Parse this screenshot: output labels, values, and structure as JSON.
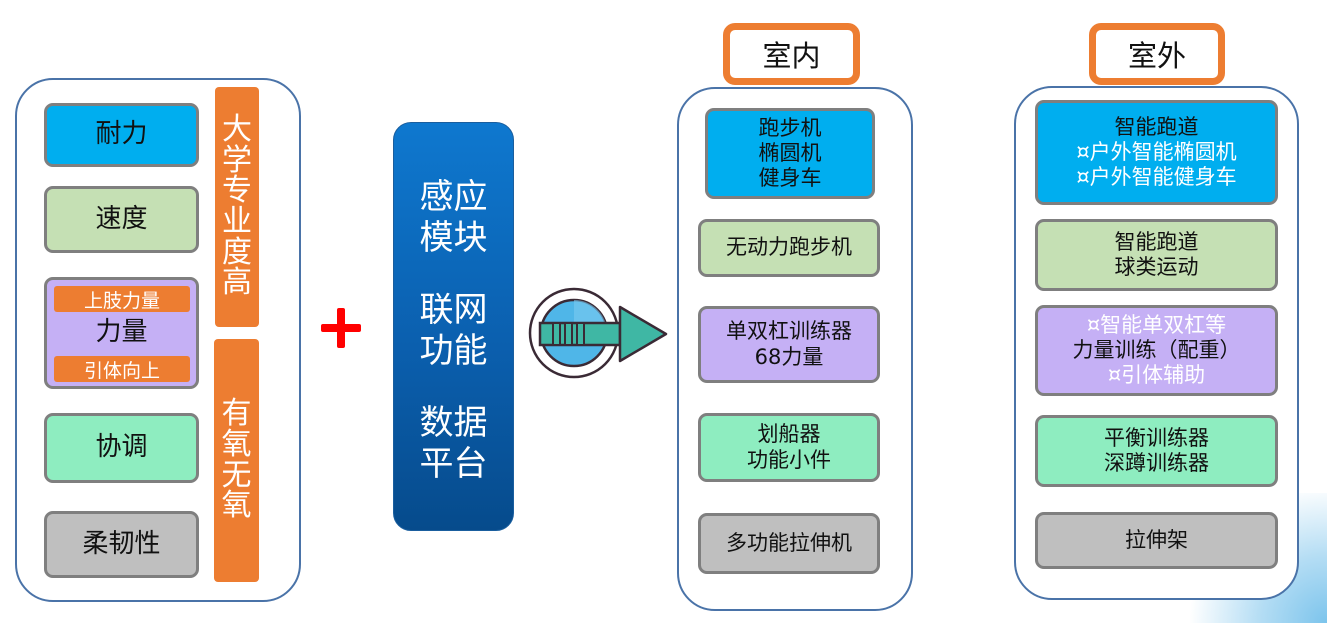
{
  "left_panel": {
    "abilities": [
      {
        "label": "耐力",
        "color": "#00aeef"
      },
      {
        "label": "速度",
        "color": "#c5e0b4"
      },
      {
        "label": "力量",
        "color": "#c5b0f5",
        "top_tag": "上肢力量",
        "bottom_tag": "引体向上"
      },
      {
        "label": "协调",
        "color": "#8eedc0"
      },
      {
        "label": "柔韧性",
        "color": "#bfbfbf"
      }
    ],
    "side_bars": [
      "大学专业度高",
      "有氧无氧"
    ]
  },
  "plus_symbol": "plus-icon",
  "module": {
    "lines": [
      "感应模块",
      "联网功能",
      "数据平台"
    ]
  },
  "arrow": "circular-arrow-icon",
  "indoor": {
    "header": "室内",
    "items": [
      {
        "lines": [
          "跑步机",
          "椭圆机",
          "健身车"
        ],
        "color": "#00aeef"
      },
      {
        "lines": [
          "无动力跑步机"
        ],
        "color": "#c5e0b4"
      },
      {
        "lines": [
          "单双杠训练器",
          "68力量"
        ],
        "color": "#c5b0f5"
      },
      {
        "lines": [
          "划船器",
          "功能小件"
        ],
        "color": "#8eedc0"
      },
      {
        "lines": [
          "多功能拉伸机"
        ],
        "color": "#bfbfbf"
      }
    ]
  },
  "outdoor": {
    "header": "室外",
    "items": [
      {
        "lines": [
          "智能跑道",
          "¤户外智能椭圆机",
          "¤户外智能健身车"
        ],
        "color": "#00aeef"
      },
      {
        "lines": [
          "智能跑道",
          "球类运动"
        ],
        "color": "#c5e0b4"
      },
      {
        "lines": [
          "¤智能单双杠等",
          "力量训练（配重）",
          "¤引体辅助"
        ],
        "color": "#c5b0f5"
      },
      {
        "lines": [
          "平衡训练器",
          "深蹲训练器"
        ],
        "color": "#8eedc0"
      },
      {
        "lines": [
          "拉伸架"
        ],
        "color": "#bfbfbf"
      }
    ]
  },
  "colors": {
    "accent_orange": "#ed7d31",
    "panel_border": "#4a73a8",
    "module_blue": "#0b5fae",
    "plus_red": "#ff0000"
  }
}
